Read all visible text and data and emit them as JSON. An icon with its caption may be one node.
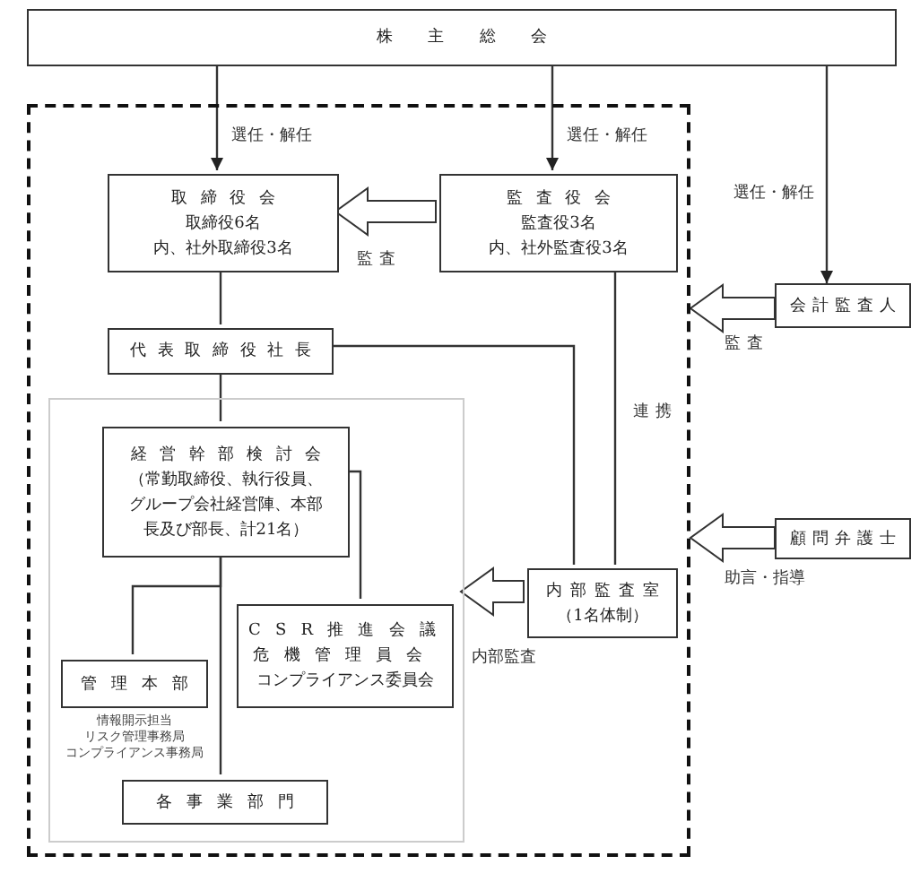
{
  "diagram": {
    "nodes": [
      {
        "text": [
          "株主総会"
        ]
      },
      {
        "text": [],
        "shape": "box"
      },
      {
        "text": [
          "取締役会",
          "取締役6名",
          "内、社外取締役3名"
        ],
        "in": 1
      },
      {
        "text": [
          "監査役会",
          "監査役3名",
          "内、社外監査役3名"
        ],
        "in": 1
      },
      {
        "text": [
          "会計監査人"
        ]
      },
      {
        "text": [
          "代表取締役社長"
        ],
        "in": 1
      },
      {
        "text": [],
        "shape": "box",
        "in": 1
      },
      {
        "text": [
          "経営幹部検討会",
          "（常勤取締役、執行役員、グループ会社経営陣、本部長及び部長、計21名）"
        ],
        "in": 6
      },
      {
        "text": [
          "顧問弁護士"
        ]
      },
      {
        "text": [
          "内部監査室",
          "（1名体制）"
        ],
        "in": 1
      },
      {
        "text": [
          "CSR推進会議",
          "危機管理員会",
          "コンプライアンス委員会"
        ],
        "in": 6
      },
      {
        "text": [
          "管理本部"
        ],
        "in": 6,
        "beside": [
          "情報開示担当",
          "リスク管理事務局",
          "コンプライアンス事務局"
        ]
      },
      {
        "text": [
          "各事業部門"
        ],
        "in": 6
      }
    ],
    "edges": [
      {
        "from": 0,
        "to": 2,
        "arrow": "to",
        "label": "選任・解任"
      },
      {
        "from": 0,
        "to": 3,
        "arrow": "to",
        "label": "選任・解任"
      },
      {
        "from": 0,
        "to": 4,
        "arrow": "to",
        "label": "選任・解任"
      },
      {
        "from": 3,
        "to": 2,
        "arrow": "to",
        "style": "thick",
        "label": "監査"
      },
      {
        "from": 4,
        "to": 1,
        "arrow": "to",
        "style": "thick",
        "label": "監査"
      },
      {
        "from": 8,
        "to": 1,
        "arrow": "to",
        "style": "thick",
        "label": "助言・指導"
      },
      {
        "from": 9,
        "to": 6,
        "arrow": "to",
        "style": "thick",
        "label": "内部監査"
      },
      {
        "from": 2,
        "to": 5,
        "arrow": "none"
      },
      {
        "from": 3,
        "to": 9,
        "arrow": "none",
        "label": "連携"
      },
      {
        "from": 5,
        "to": 9,
        "arrow": "none"
      },
      {
        "from": 5,
        "to": 7,
        "arrow": "none"
      },
      {
        "from": 7,
        "to": 10,
        "arrow": "none"
      },
      {
        "from": 7,
        "to": 11,
        "arrow": "none"
      },
      {
        "from": 7,
        "to": 12,
        "arrow": "none"
      }
    ]
  }
}
